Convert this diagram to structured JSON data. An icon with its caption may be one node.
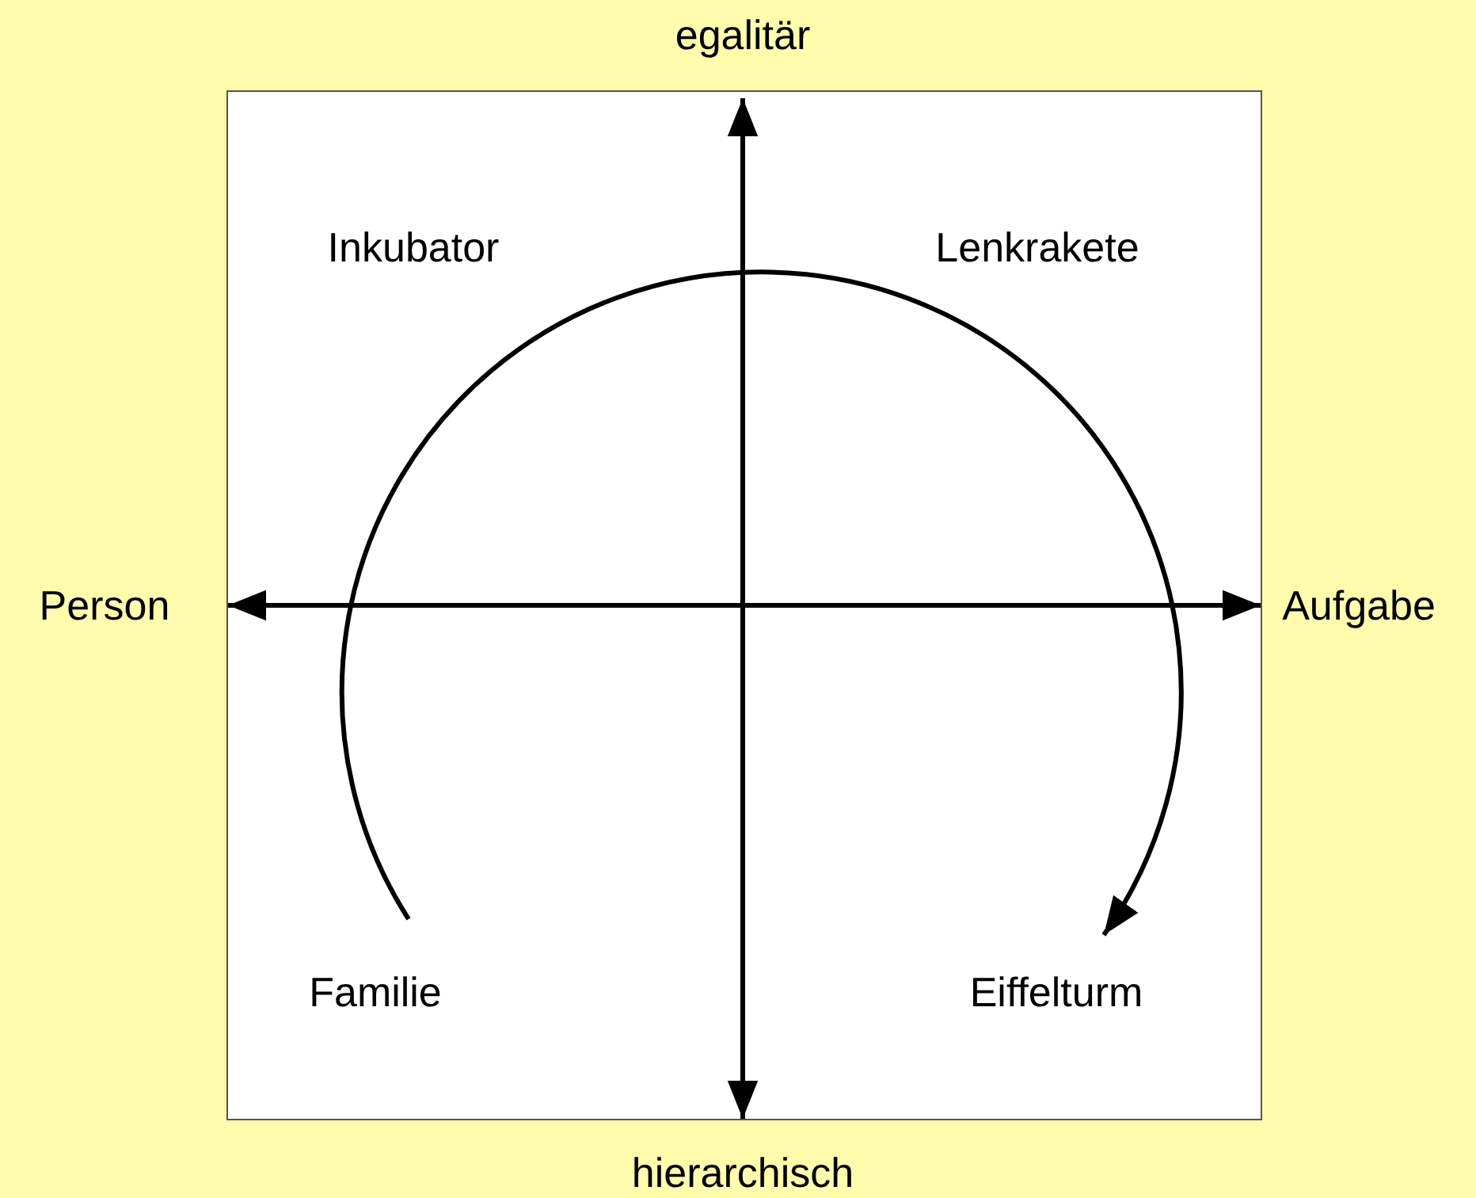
{
  "diagram": {
    "nodes": [
      {
        "text": [
          "Familie"
        ]
      },
      {
        "text": [
          "Eiffelturm"
        ]
      }
    ],
    "edges": [
      {
        "from": 0,
        "to": 1,
        "arrow": "to"
      }
    ],
    "labels": [
      "egalitär",
      "Inkubator",
      "Lenkrakete",
      "Person",
      "Aufgabe",
      "hierarchisch"
    ]
  }
}
